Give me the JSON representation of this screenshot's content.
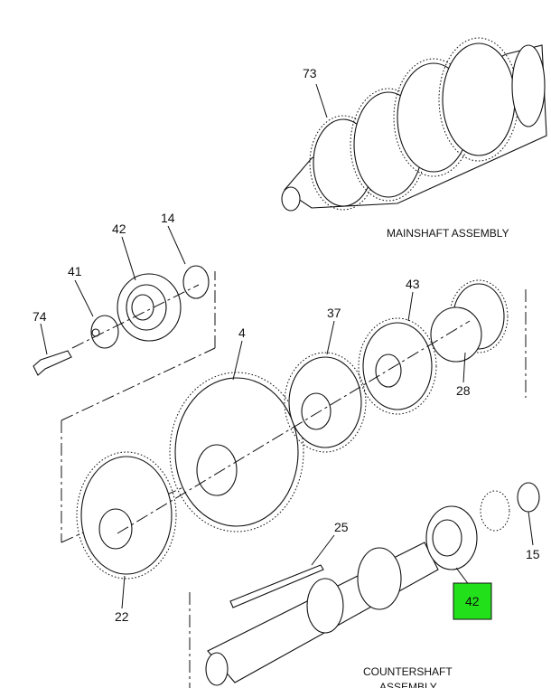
{
  "callouts": {
    "c73": "73",
    "c42_top": "42",
    "c14": "14",
    "c41": "41",
    "c74": "74",
    "c4": "4",
    "c37": "37",
    "c43": "43",
    "c28": "28",
    "c25": "25",
    "c22": "22",
    "c15": "15",
    "c42_highlight": "42"
  },
  "captions": {
    "mainshaft": "MAINSHAFT ASSEMBLY",
    "countershaft_line1": "COUNTERSHAFT",
    "countershaft_line2": "ASSEMBLY"
  },
  "colors": {
    "highlight": "#22e01a",
    "ink": "#111111"
  }
}
